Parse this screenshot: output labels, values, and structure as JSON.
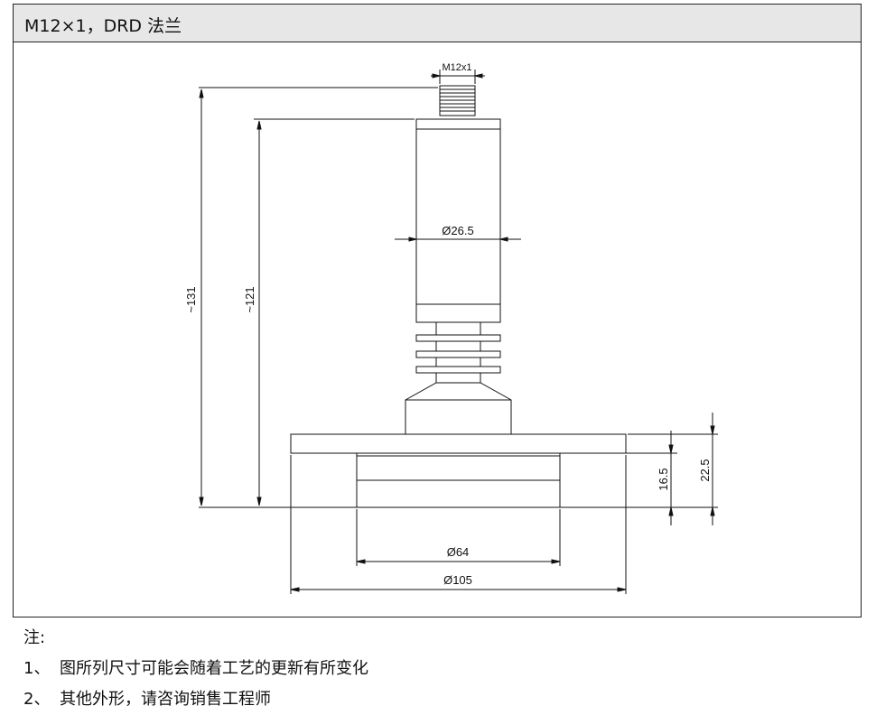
{
  "header": {
    "title": "M12×1，DRD 法兰"
  },
  "drawing": {
    "labels": {
      "thread": "M12x1",
      "body_diameter": "Ø26.5",
      "total_height": "~131",
      "body_height": "~121",
      "inner_height": "16.5",
      "flange_height": "22.5",
      "inner_diameter": "Ø64",
      "flange_diameter": "Ø105"
    }
  },
  "notes": {
    "heading": "注:",
    "items": [
      {
        "num": "1、",
        "text": "图所列尺寸可能会随着工艺的更新有所变化"
      },
      {
        "num": "2、",
        "text": "其他外形，请咨询销售工程师"
      }
    ]
  }
}
